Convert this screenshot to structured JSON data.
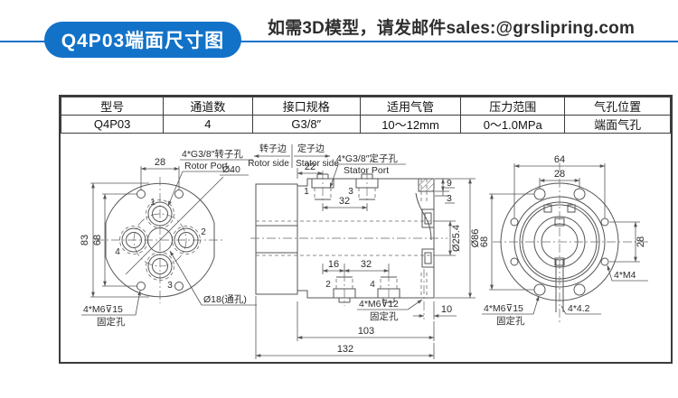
{
  "header": {
    "badge": "Q4P03端面尺寸图",
    "note": "如需3D模型，请发邮件sales:@grslipring.com"
  },
  "colors": {
    "accent_blue": "#1272c8",
    "drawing_line": "#565656",
    "text_dark": "#2b2b2b"
  },
  "table": {
    "headers": [
      "型号",
      "通道数",
      "接口规格",
      "适用气管",
      "压力范围",
      "气孔位置"
    ],
    "rows": [
      [
        "Q4P03",
        "4",
        "G3/8″",
        "10～12mm",
        "0～1.0MPa",
        "端面气孔"
      ]
    ]
  },
  "views": {
    "front": {
      "dims": {
        "w28": "28",
        "h83": "83",
        "h68": "68",
        "bolt_circle": "Ø40",
        "center_hole": "Ø18(通孔)"
      },
      "rotor_port_cn": "4*G3/8″转子孔",
      "rotor_port_en": "Rotor Port",
      "fix_label": "4*M6⊽15",
      "fix_label2": "固定孔",
      "ports": [
        "1",
        "2",
        "3",
        "4"
      ]
    },
    "section": {
      "rotor_side_cn": "转子边",
      "rotor_side_en": "Rotor side",
      "stator_side_cn": "定子边",
      "stator_side_en": "Stator side",
      "stator_port_cn": "4*G3/8″定子孔",
      "stator_port_en": "Stator Port",
      "fix_label": "4*M6⊽12",
      "fix_label2": "固定孔",
      "dims": {
        "d22": "22",
        "d32_top": "32",
        "d16": "16",
        "d32_bottom": "32",
        "d9": "9",
        "d3": "3",
        "bore": "Ø25.4",
        "body": "Ø86",
        "d10": "10",
        "d103": "103",
        "d132": "132"
      },
      "ports": [
        "1",
        "3",
        "2",
        "4"
      ]
    },
    "rear": {
      "dims": {
        "w64": "64",
        "w28_top": "28",
        "h68": "68",
        "h28_right": "28"
      },
      "m4_label": "4*M4",
      "fix_label": "4*M6⊽15",
      "fix_label2": "固定孔",
      "hole_label": "4*4.2"
    }
  }
}
